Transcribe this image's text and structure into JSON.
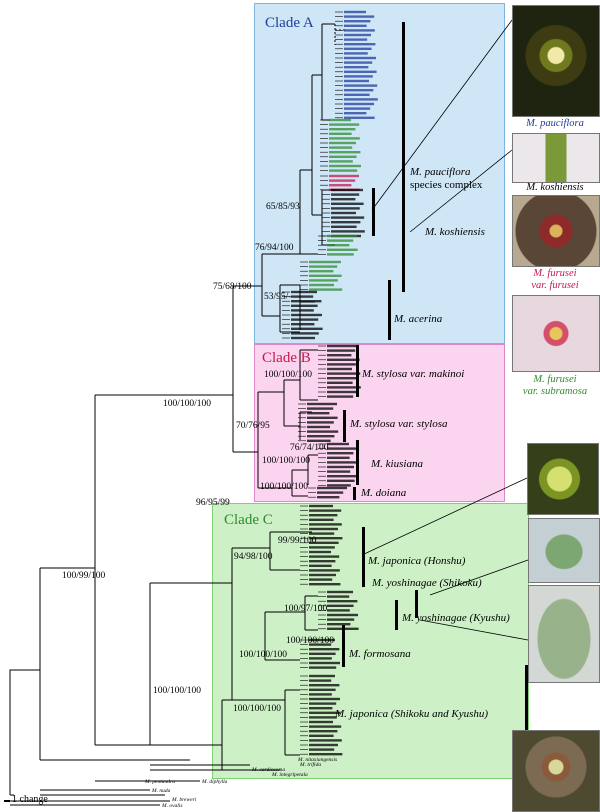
{
  "clades": [
    {
      "id": "A",
      "title": "Clade A",
      "title_color": "#1f3c9e",
      "fill": "#cfe6f6",
      "stroke": "#7bb7e0"
    },
    {
      "id": "B",
      "title": "Clade B",
      "title_color": "#c8174d",
      "fill": "#fbd4ef",
      "stroke": "#d98ac7"
    },
    {
      "id": "C",
      "title": "Clade C",
      "title_color": "#2e8b2e",
      "fill": "#cdf0c7",
      "stroke": "#7fcf73"
    }
  ],
  "groups": [
    {
      "key": "pauciflora",
      "line1": "M. pauciflora",
      "line2": "species complex"
    },
    {
      "key": "koshiensis",
      "line1": "M. koshiensis"
    },
    {
      "key": "acerina",
      "line1": "M. acerina"
    },
    {
      "key": "makinoi",
      "line1": "M. stylosa var. makinoi"
    },
    {
      "key": "stylosa",
      "line1": "M. stylosa var. stylosa"
    },
    {
      "key": "kiusiana",
      "line1": "M. kiusiana"
    },
    {
      "key": "doiana",
      "line1": "M. doiana"
    },
    {
      "key": "japonica_h",
      "line1": "M. japonica (Honshu)"
    },
    {
      "key": "yosh_s",
      "line1": "M. yoshinagae (Shikoku)"
    },
    {
      "key": "yosh_k",
      "line1": "M. yoshinagae (Kyushu)"
    },
    {
      "key": "formosana",
      "line1": "M. formosana"
    },
    {
      "key": "japonica_sk",
      "line1": "M. japonica (Shikoku and Kyushu)"
    }
  ],
  "supports": [
    "65/85/93",
    "76/94/100",
    "75/68/100",
    "53/95/-",
    "100/100/100",
    "100/100/100",
    "70/76/95",
    "76/74/100",
    "100/100/100",
    "100/100/100",
    "96/95/99",
    "100/99/100",
    "99/99/100",
    "100/97/100",
    "94/98/100",
    "100/100/100",
    "100/100/100",
    "100/100/100",
    "100/100/100"
  ],
  "outgroups": [
    "M. nitaxiangensis",
    "M. trifida",
    "M. cardiosoma",
    "M. integripetala",
    "M. pentandra",
    "M. diphylla",
    "M. nuda",
    "M. breweri",
    "M. ovalis"
  ],
  "photo_captions": [
    {
      "line1": "M. pauciflora",
      "line2": "",
      "color": "#1f3c9e"
    },
    {
      "line1": "M. koshiensis",
      "line2": "",
      "color": "#000000"
    },
    {
      "line1": "M. furusei",
      "line2": "var. furusei",
      "color": "#c8174d"
    },
    {
      "line1": "M. furusei",
      "line2": "var. subramosa",
      "color": "#2e8b2e"
    }
  ],
  "scale_label": "1 change",
  "label_colors": {
    "blue": "#1f3c9e",
    "red": "#c8174d",
    "green": "#2e8b2e",
    "black": "#000000"
  }
}
